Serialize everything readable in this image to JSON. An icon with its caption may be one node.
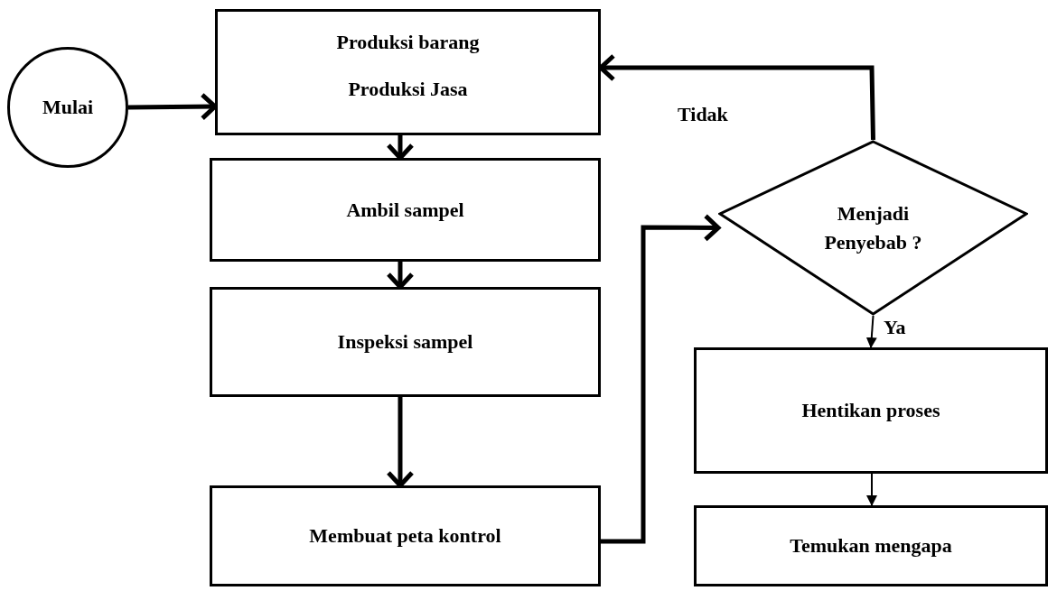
{
  "diagram": {
    "nodes": [
      {
        "text": [
          "Mulai"
        ]
      },
      {
        "text": [
          "Produksi barang",
          "Produksi Jasa"
        ]
      },
      {
        "text": [
          "Ambil sampel"
        ]
      },
      {
        "text": [
          "Inspeksi sampel"
        ]
      },
      {
        "text": [
          "Membuat peta kontrol"
        ]
      },
      {
        "text": [
          "Menjadi Penyebab ?"
        ]
      },
      {
        "text": [
          "Hentikan proses"
        ]
      },
      {
        "text": [
          "Temukan mengapa"
        ]
      }
    ],
    "edges": [
      {
        "from": 0,
        "to": 1,
        "arrow": "to"
      },
      {
        "from": 1,
        "to": 2,
        "arrow": "to"
      },
      {
        "from": 2,
        "to": 3,
        "arrow": "to"
      },
      {
        "from": 3,
        "to": 4,
        "arrow": "to"
      },
      {
        "from": 4,
        "to": 5,
        "arrow": "to"
      },
      {
        "from": 5,
        "to": 1,
        "arrow": "to",
        "label": "Tidak"
      },
      {
        "from": 5,
        "to": 6,
        "arrow": "to",
        "label": "Ya"
      },
      {
        "from": 6,
        "to": 7,
        "arrow": "to"
      }
    ]
  }
}
